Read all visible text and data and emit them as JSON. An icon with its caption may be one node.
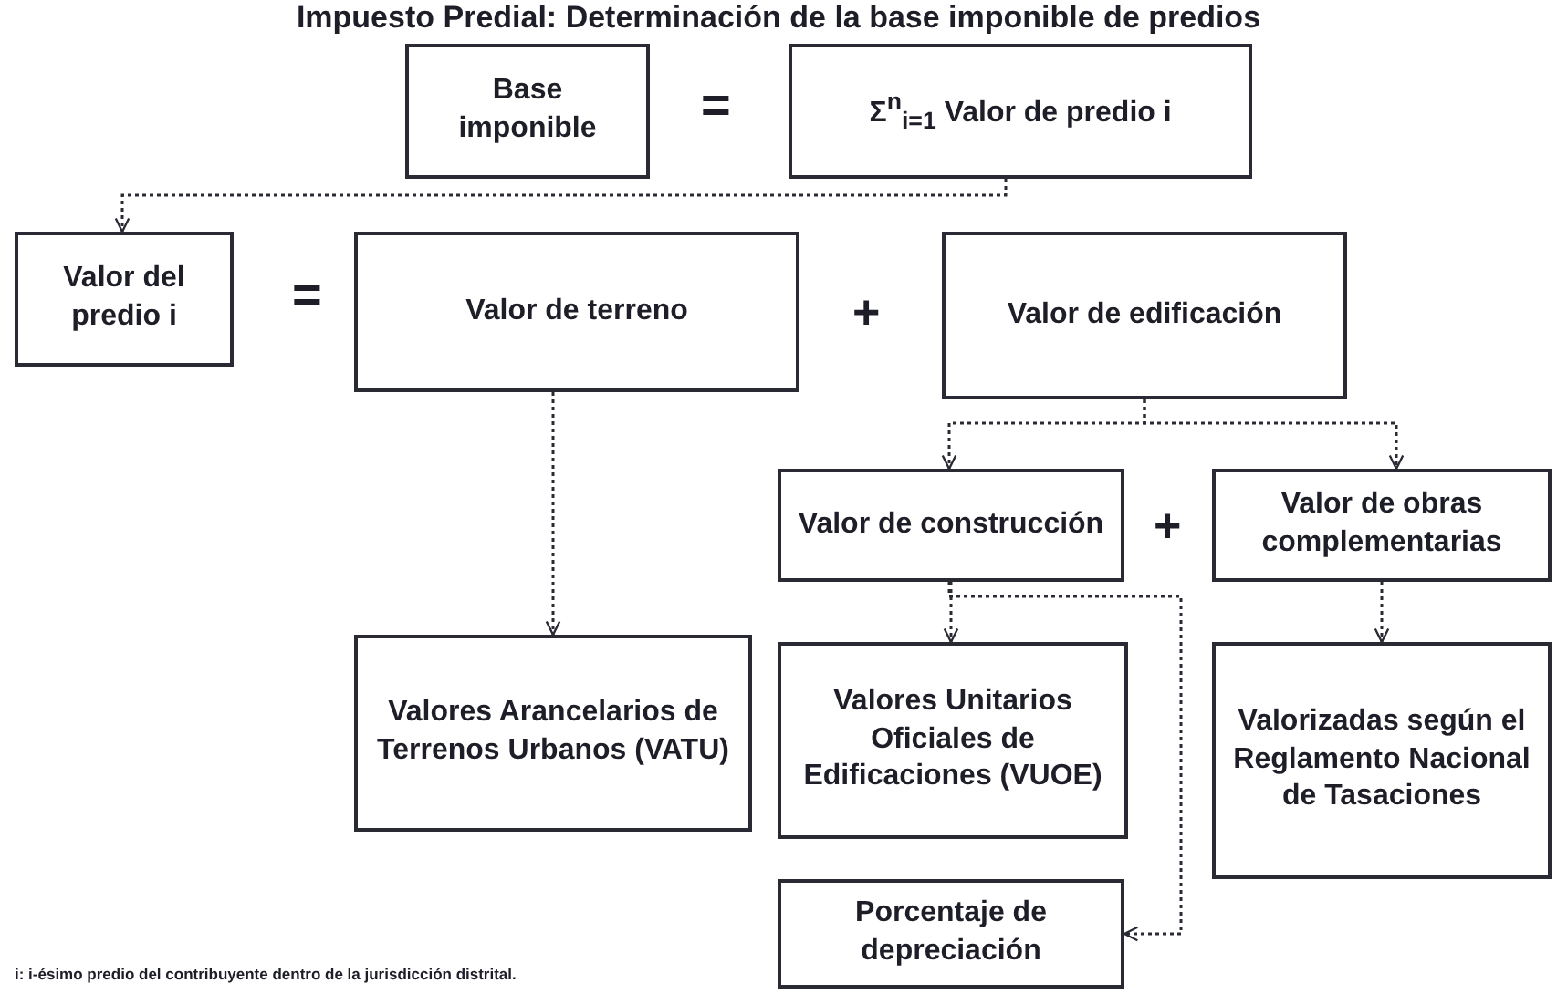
{
  "diagram": {
    "title": "Impuesto Predial: Determinación de la base imponible de predios",
    "nodes": [
      {
        "text": [
          "Base imponible"
        ]
      },
      {
        "text": [
          "Σ$^{n}$$_{i=1}$ Valor de predio i"
        ]
      },
      {
        "text": [
          "Valor del predio i"
        ]
      },
      {
        "text": [
          "Valor de terreno"
        ]
      },
      {
        "text": [
          "Valor de edificación"
        ]
      },
      {
        "text": [
          "Valor de construcción"
        ]
      },
      {
        "text": [
          "Valor de obras complementarias"
        ]
      },
      {
        "text": [
          "Valores Arancelarios de Terrenos Urbanos (VATU)"
        ]
      },
      {
        "text": [
          "Valores Unitarios Oficiales de Edificaciones (VUOE)"
        ]
      },
      {
        "text": [
          "Valorizadas según el Reglamento Nacional de Tasaciones"
        ]
      },
      {
        "text": [
          "Porcentaje de depreciación"
        ]
      }
    ],
    "edges": [
      {
        "from": 1,
        "to": 2,
        "arrow": "to",
        "style": "dashed"
      },
      {
        "from": 3,
        "to": 7,
        "arrow": "to",
        "style": "dashed"
      },
      {
        "from": 4,
        "to": 5,
        "arrow": "to",
        "style": "dashed"
      },
      {
        "from": 4,
        "to": 6,
        "arrow": "to",
        "style": "dashed"
      },
      {
        "from": 5,
        "to": 8,
        "arrow": "to",
        "style": "dashed"
      },
      {
        "from": 5,
        "to": 10,
        "arrow": "to",
        "style": "dashed"
      },
      {
        "from": 6,
        "to": 9,
        "arrow": "to",
        "style": "dashed"
      }
    ],
    "labels": [
      "=",
      "=",
      "+",
      "+",
      "i: i-ésimo predio del contribuyente dentro de la jurisdicción distrital."
    ]
  }
}
